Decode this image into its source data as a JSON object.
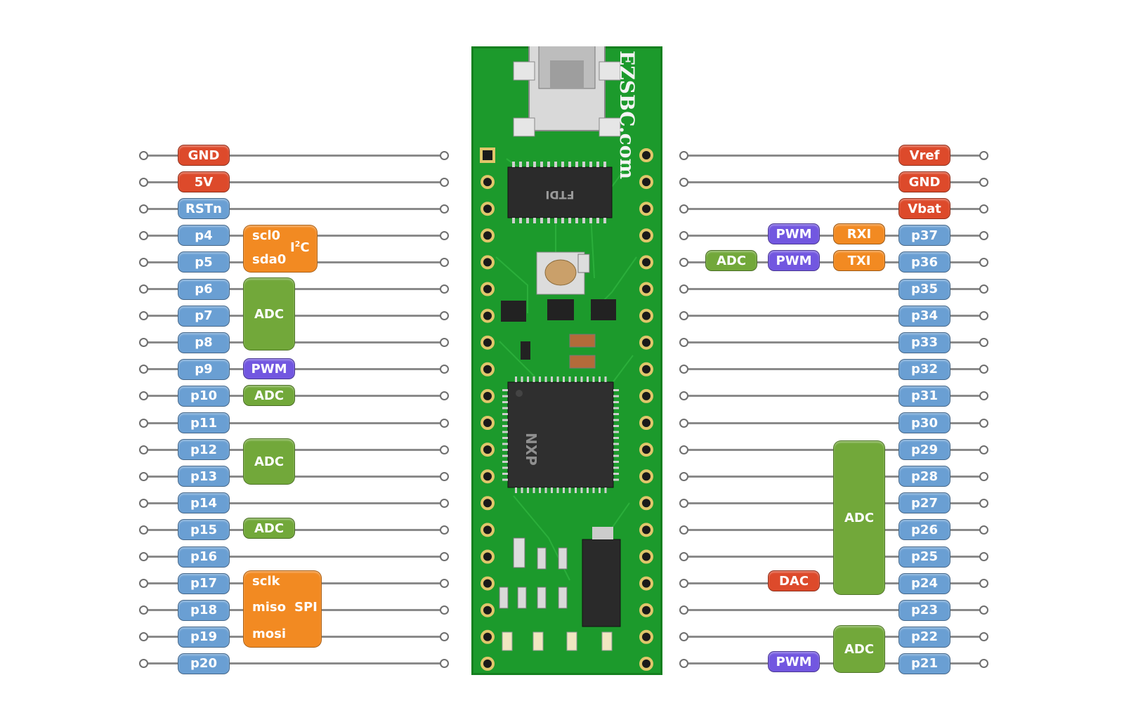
{
  "colors": {
    "red": "#dd4a2b",
    "blue": "#6a9fd3",
    "orange": "#f28a22",
    "green": "#72a83a",
    "purple": "#7257e0",
    "board": "#1c9a2c"
  },
  "board": {
    "brand": "EZSBC.com",
    "ft_chip_text": "FTDI",
    "mcu_logo": "NXP"
  },
  "left_pins": [
    "GND",
    "5V",
    "RSTn",
    "p4",
    "p5",
    "p6",
    "p7",
    "p8",
    "p9",
    "p10",
    "p11",
    "p12",
    "p13",
    "p14",
    "p15",
    "p16",
    "p17",
    "p18",
    "p19",
    "p20"
  ],
  "left_pin_colors": [
    "red",
    "red",
    "blue",
    "blue",
    "blue",
    "blue",
    "blue",
    "blue",
    "blue",
    "blue",
    "blue",
    "blue",
    "blue",
    "blue",
    "blue",
    "blue",
    "blue",
    "blue",
    "blue",
    "blue"
  ],
  "right_pins": [
    "Vref",
    "GND",
    "Vbat",
    "p37",
    "p36",
    "p35",
    "p34",
    "p33",
    "p32",
    "p31",
    "p30",
    "p29",
    "p28",
    "p27",
    "p26",
    "p25",
    "p24",
    "p23",
    "p22",
    "p21"
  ],
  "right_pin_colors": [
    "red",
    "red",
    "red",
    "blue",
    "blue",
    "blue",
    "blue",
    "blue",
    "blue",
    "blue",
    "blue",
    "blue",
    "blue",
    "blue",
    "blue",
    "blue",
    "blue",
    "blue",
    "blue",
    "blue"
  ],
  "left_functions": {
    "i2c": {
      "lines": [
        "scl0",
        "sda0"
      ],
      "tag": "I",
      "tag_sup": "2",
      "tag_end": "C"
    },
    "adc_6_8": "ADC",
    "pwm_9": "PWM",
    "adc_10": "ADC",
    "adc_12_13": "ADC",
    "adc_15": "ADC",
    "spi": {
      "lines": [
        "sclk",
        "miso",
        "mosi"
      ],
      "tag": "SPI"
    }
  },
  "right_functions": {
    "pwm_37": "PWM",
    "rxi_37": "RXI",
    "adc_36": "ADC",
    "pwm_36": "PWM",
    "txi_36": "TXI",
    "adc_29_24": "ADC",
    "dac_24": "DAC",
    "adc_22_21": "ADC",
    "pwm_21": "PWM"
  }
}
